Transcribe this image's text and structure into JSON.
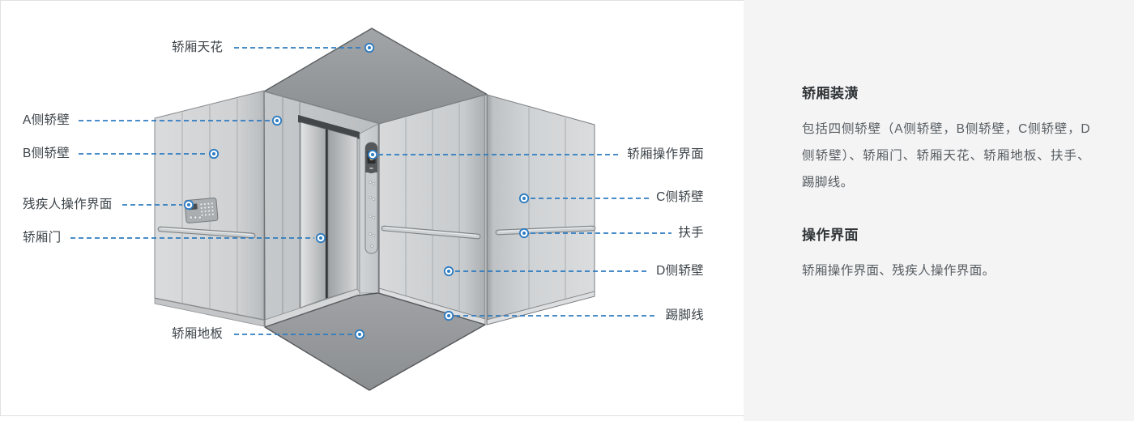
{
  "theme": {
    "accent_blue": "#2e7cc1",
    "label_text_color": "#3d444a",
    "panel_bg": "#f4f4f5",
    "card_bg": "#ffffff",
    "card_border": "#e0e0e0",
    "ceiling_gray": "#94979a",
    "wall_gray": "#cfd2d4",
    "floor_gray": "#95989a",
    "cop_indicator_orange": "#e09a3c"
  },
  "diagram": {
    "callouts": [
      {
        "id": "car-ceiling",
        "label": "轿厢天花"
      },
      {
        "id": "side-a-wall",
        "label": "A侧轿壁"
      },
      {
        "id": "side-b-wall",
        "label": "B侧轿壁"
      },
      {
        "id": "accessible-cop",
        "label": "残疾人操作界面"
      },
      {
        "id": "car-door",
        "label": "轿厢门"
      },
      {
        "id": "car-floor",
        "label": "轿厢地板"
      },
      {
        "id": "car-cop",
        "label": "轿厢操作界面"
      },
      {
        "id": "side-c-wall",
        "label": "C侧轿壁"
      },
      {
        "id": "handrail",
        "label": "扶手"
      },
      {
        "id": "side-d-wall",
        "label": "D侧轿壁"
      },
      {
        "id": "skirting-line",
        "label": "踢脚线"
      }
    ]
  },
  "panel": {
    "sections": [
      {
        "heading": "轿厢装潢",
        "body": "包括四侧轿壁（A侧轿壁，B侧轿壁，C侧轿壁，D侧轿壁）、轿厢门、轿厢天花、轿厢地板、扶手、踢脚线。"
      },
      {
        "heading": "操作界面",
        "body": "轿厢操作界面、残疾人操作界面。"
      }
    ]
  }
}
